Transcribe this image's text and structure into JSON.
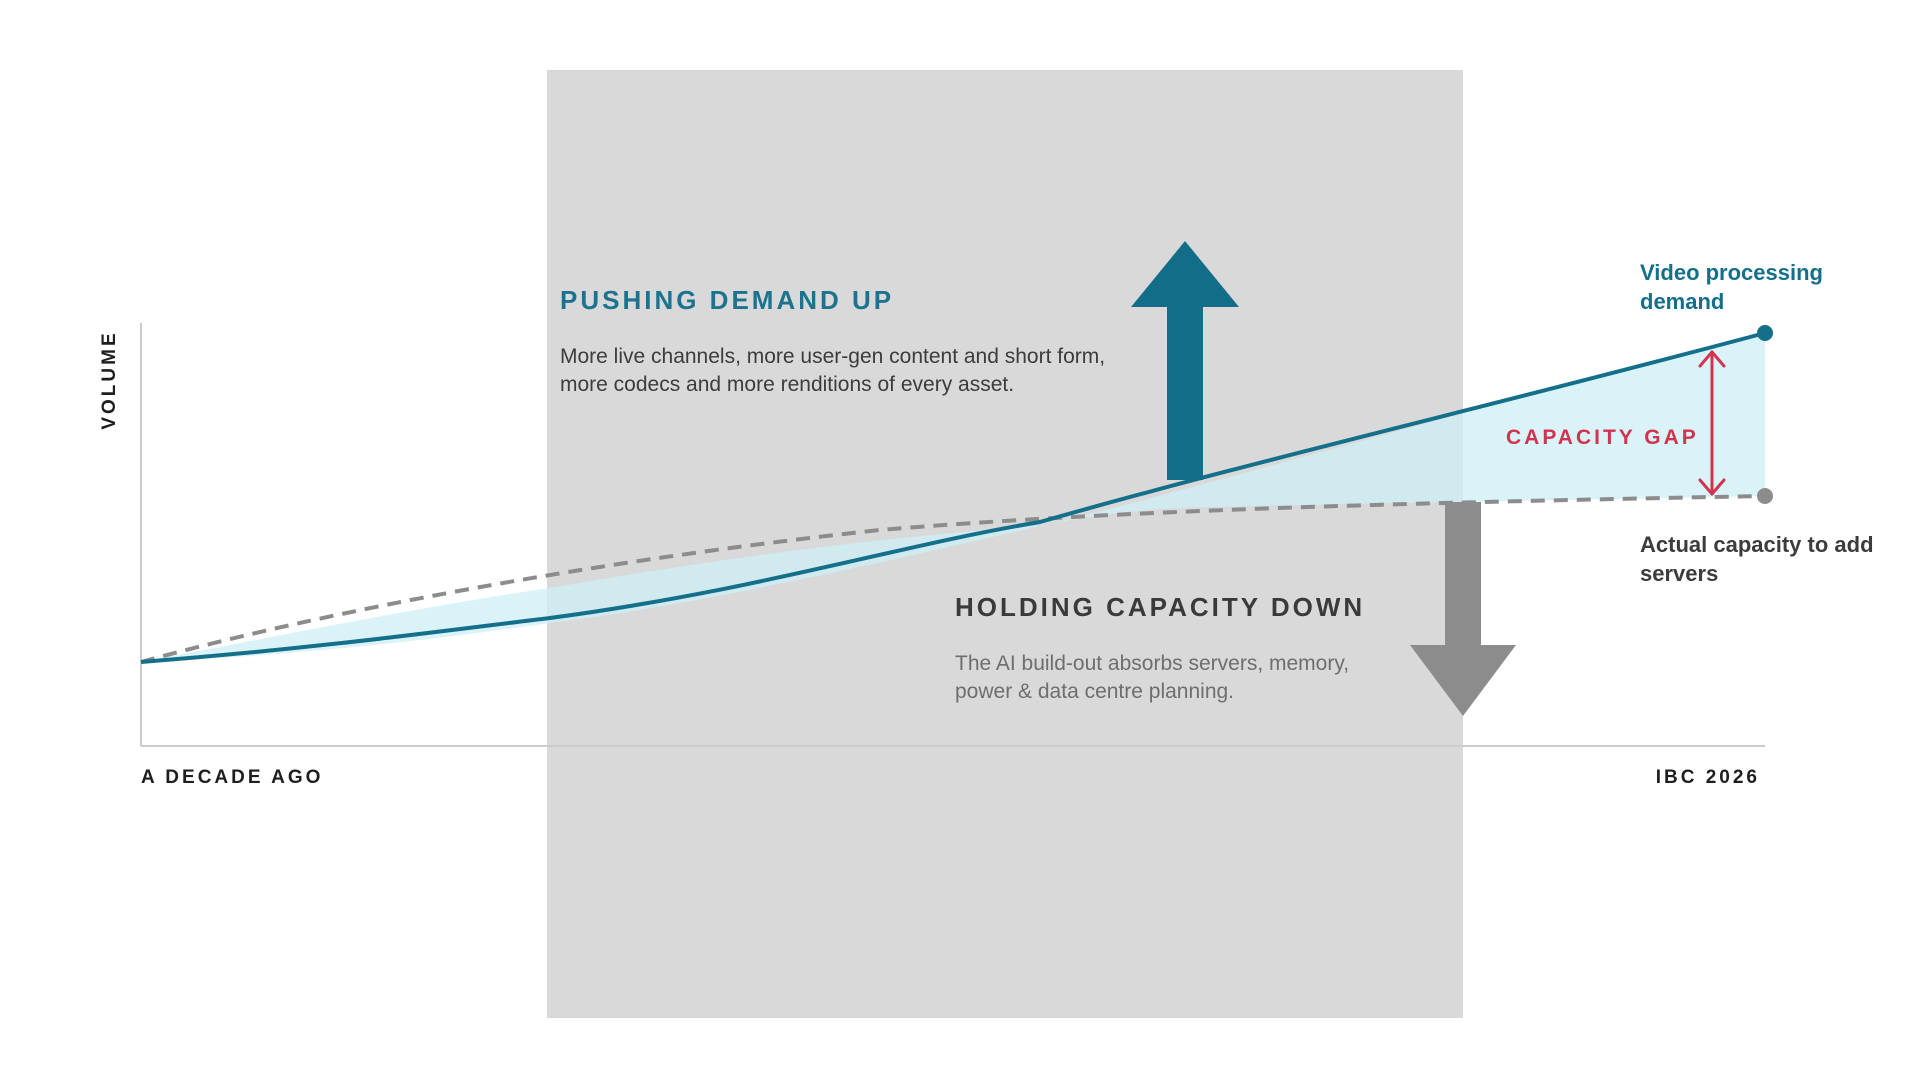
{
  "axis": {
    "y_label": "VOLUME",
    "x_start_label": "A DECADE AGO",
    "x_end_label": "IBC 2026"
  },
  "demand_panel": {
    "heading": "PUSHING DEMAND UP",
    "body": "More live channels, more user-gen content and short form, more codecs and more renditions of every asset."
  },
  "capacity_panel": {
    "heading": "HOLDING CAPACITY DOWN",
    "body": "The AI build-out absorbs servers, memory, power & data centre planning."
  },
  "gap": {
    "label": "CAPACITY GAP"
  },
  "series": {
    "demand": {
      "label": "Video processing demand",
      "color": "#14708a",
      "style": "solid"
    },
    "capacity": {
      "label": "Actual capacity to add servers",
      "color": "#8c8c8c",
      "style": "dashed"
    }
  },
  "colors": {
    "demand_arrow": "#126e88",
    "capacity_arrow": "#8c8c8c",
    "gap_arrow": "#d2344f",
    "gap_fill": "#d6f3f8",
    "shaded_band": "#d9d9d9",
    "axis": "#cccccc"
  },
  "icons": {
    "up_arrow": "up-arrow-icon",
    "down_arrow": "down-arrow-icon",
    "gap_arrow": "double-arrow-icon"
  }
}
